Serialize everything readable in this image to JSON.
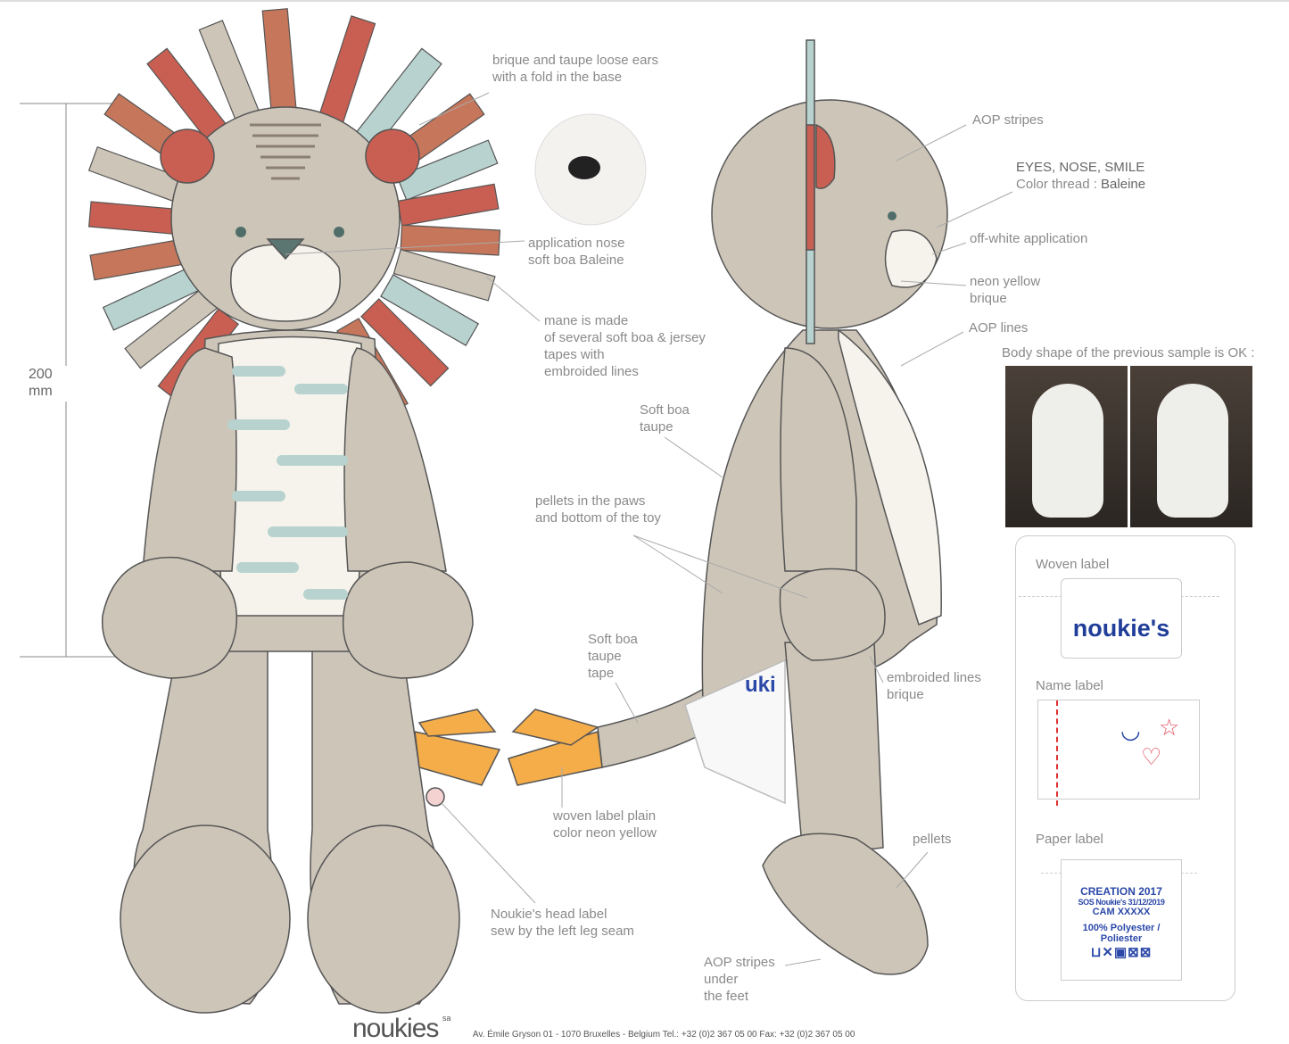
{
  "dimension": {
    "value": "200",
    "unit": "mm"
  },
  "annotations": {
    "ears": [
      "brique and taupe loose ears",
      "with a fold in the base"
    ],
    "nose": [
      "application nose",
      "soft boa Baleine"
    ],
    "mane": [
      "mane is made",
      "of several soft boa & jersey",
      "tapes with",
      "embroided lines"
    ],
    "aop_stripes": "AOP stripes",
    "eyes_title": "EYES, NOSE, SMILE",
    "eyes_thread_label": "Color thread : ",
    "eyes_thread_value": "Baleine",
    "offwhite": "off-white application",
    "neon": [
      "neon yellow",
      "brique"
    ],
    "aop_lines": "AOP lines",
    "previous_sample": "Body shape of the previous sample is OK :",
    "soft_boa_taupe": [
      "Soft boa",
      "taupe"
    ],
    "pellets_paws": [
      "pellets in the paws",
      "and bottom of the toy"
    ],
    "tail_tape": [
      "Soft boa",
      "taupe",
      "tape"
    ],
    "embroided_lines": [
      "embroided lines",
      "brique"
    ],
    "woven_plain": [
      "woven label plain",
      "color neon yellow"
    ],
    "pellets": "pellets",
    "head_label": [
      "Noukie's head label",
      "sew by the left leg seam"
    ],
    "aop_feet": [
      "AOP stripes",
      "under",
      "the feet"
    ]
  },
  "labels": {
    "woven_title": "Woven label",
    "woven_brand": "noukie's",
    "name_title": "Name label",
    "paper_title": "Paper label",
    "paper_lines": [
      "CREATION 2017",
      "SOS Noukie's 31/12/2019",
      "CAM XXXXX",
      "100% Polyester /",
      "Poliester"
    ]
  },
  "footer": {
    "brand": "noukies",
    "suffix": "sa",
    "address": "Av. Émile Gryson 01 - 1070 Bruxelles - Belgium    Tel.: +32 (0)2 367 05 00    Fax: +32 (0)2 367 05 00"
  },
  "colors": {
    "taupe": "#cdc5b8",
    "brique": "#c95f52",
    "mint": "#b8d3cf",
    "yellow": "#f5ad4a",
    "blue": "#2b48a8"
  }
}
